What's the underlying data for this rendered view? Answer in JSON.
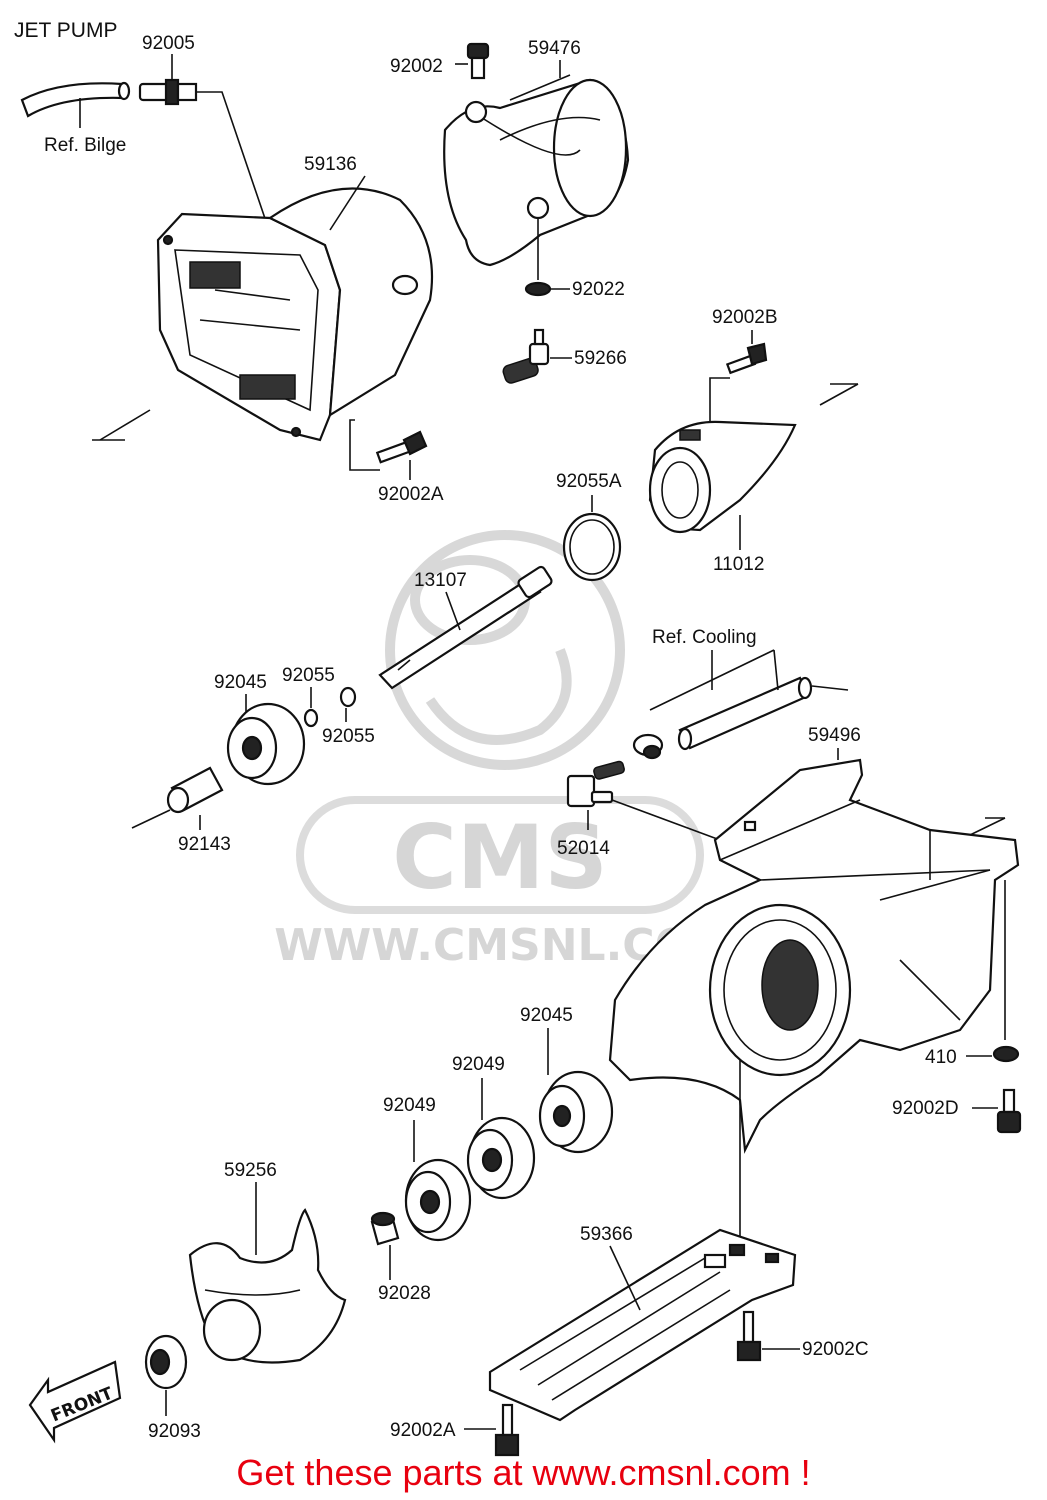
{
  "title": "JET PUMP",
  "watermark": {
    "logo": "CMS",
    "url": "WWW.CMSNL.COM"
  },
  "footer": "Get these parts at www.cmsnl.com !",
  "front_tag": "FRONT",
  "refs": {
    "bilge": "Ref. Bilge",
    "cooling": "Ref. Cooling"
  },
  "parts": {
    "p92005": "92005",
    "p92002": "92002",
    "p59476": "59476",
    "p59136": "59136",
    "p92022": "92022",
    "p92002B": "92002B",
    "p59266": "59266",
    "p92002A_top": "92002A",
    "p92055A": "92055A",
    "p11012": "11012",
    "p13107": "13107",
    "p92045_top": "92045",
    "p92055_a": "92055",
    "p92055_b": "92055",
    "p92143": "92143",
    "p59496": "59496",
    "p52014": "52014",
    "p410": "410",
    "p92002D": "92002D",
    "p92045_bot": "92045",
    "p92049_a": "92049",
    "p92049_b": "92049",
    "p59256": "59256",
    "p92028": "92028",
    "p59366": "59366",
    "p92002C": "92002C",
    "p92093": "92093",
    "p92002A_bot": "92002A"
  },
  "colors": {
    "ink": "#111111",
    "footer": "#e8000f",
    "watermark": "#d8d8d8"
  }
}
